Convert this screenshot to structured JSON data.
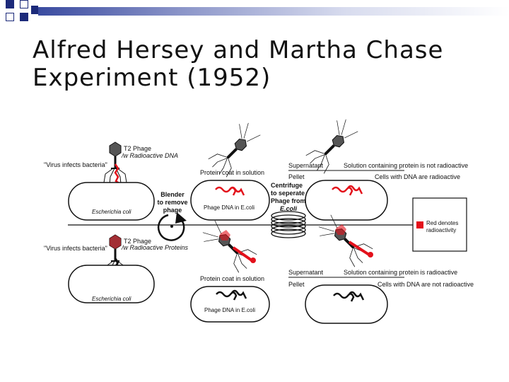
{
  "slide": {
    "title_line1": "Alfred Hersey and Martha Chase",
    "title_line2": "Experiment (1952)"
  },
  "colors": {
    "accent": "#1c2a7a",
    "radioactive": "#e3111b"
  },
  "diagram": {
    "top": {
      "phage_label": "T2 Phage",
      "phage_sub": "/w Radioactive DNA",
      "virus_label": "\"Virus infects bacteria\"",
      "ecoli": "Escherichia coli",
      "protein_coat": "Protein coat in solution",
      "phage_dna": "Phage DNA in E.coli",
      "supernatant": "Supernatant",
      "pellet": "Pellet",
      "sup_result": "Solution containing protein is not radioactive",
      "pellet_result": "Cells with DNA are radioactive"
    },
    "middle": {
      "blender": [
        "Blender",
        "to remove",
        "phage"
      ],
      "centrifuge": [
        "Centrifuge",
        "to seperate",
        "Phage from",
        "E.coli"
      ]
    },
    "bottom": {
      "phage_label": "T2 Phage",
      "phage_sub": "/w Radioactive Proteins",
      "virus_label": "\"Virus infects bacteria\"",
      "ecoli": "Escherichia coli",
      "protein_coat": "Protein coat in solution",
      "phage_dna": "Phage DNA in E.coli",
      "supernatant": "Supernatant",
      "pellet": "Pellet",
      "sup_result": "Solution containing protein is radioactive",
      "pellet_result": "Cells with DNA are not radioactive"
    },
    "legend": {
      "line1": "Red denotes",
      "line2": "radioactivity"
    }
  }
}
